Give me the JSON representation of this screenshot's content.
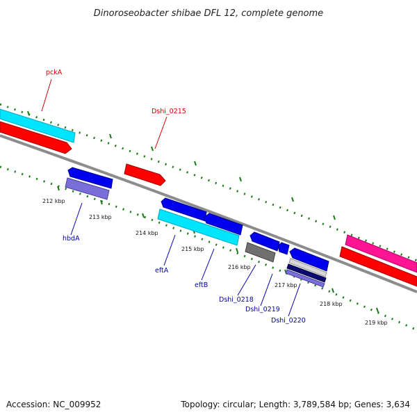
{
  "title": "Dinoroseobacter shibae DFL 12, complete genome",
  "footer": {
    "accession": "Accession: NC_009952",
    "stats": "Topology: circular; Length: 3,789,584 bp; Genes: 3,634"
  },
  "colors": {
    "backbone": "#8c8c8c",
    "tick": "#1a7a1a",
    "label_forward": "#cc0000",
    "label_reverse": "#0000aa",
    "cyan": "#00e5ff",
    "red": "#ff0000",
    "blue": "#0000ee",
    "lavender": "#7a6fd8",
    "gray": "#707070",
    "magenta": "#ff1493",
    "navy": "#0a0a70"
  },
  "tick_labels": [
    "212 kbp",
    "213 kbp",
    "214 kbp",
    "215 kbp",
    "216 kbp",
    "217 kbp",
    "218 kbp",
    "219 kbp"
  ],
  "genes": {
    "pckA": "pckA",
    "Dshi_0215": "Dshi_0215",
    "hbdA": "hbdA",
    "eftA": "eftA",
    "eftB": "eftB",
    "Dshi_0218": "Dshi_0218",
    "Dshi_0219": "Dshi_0219",
    "Dshi_0220": "Dshi_0220"
  }
}
